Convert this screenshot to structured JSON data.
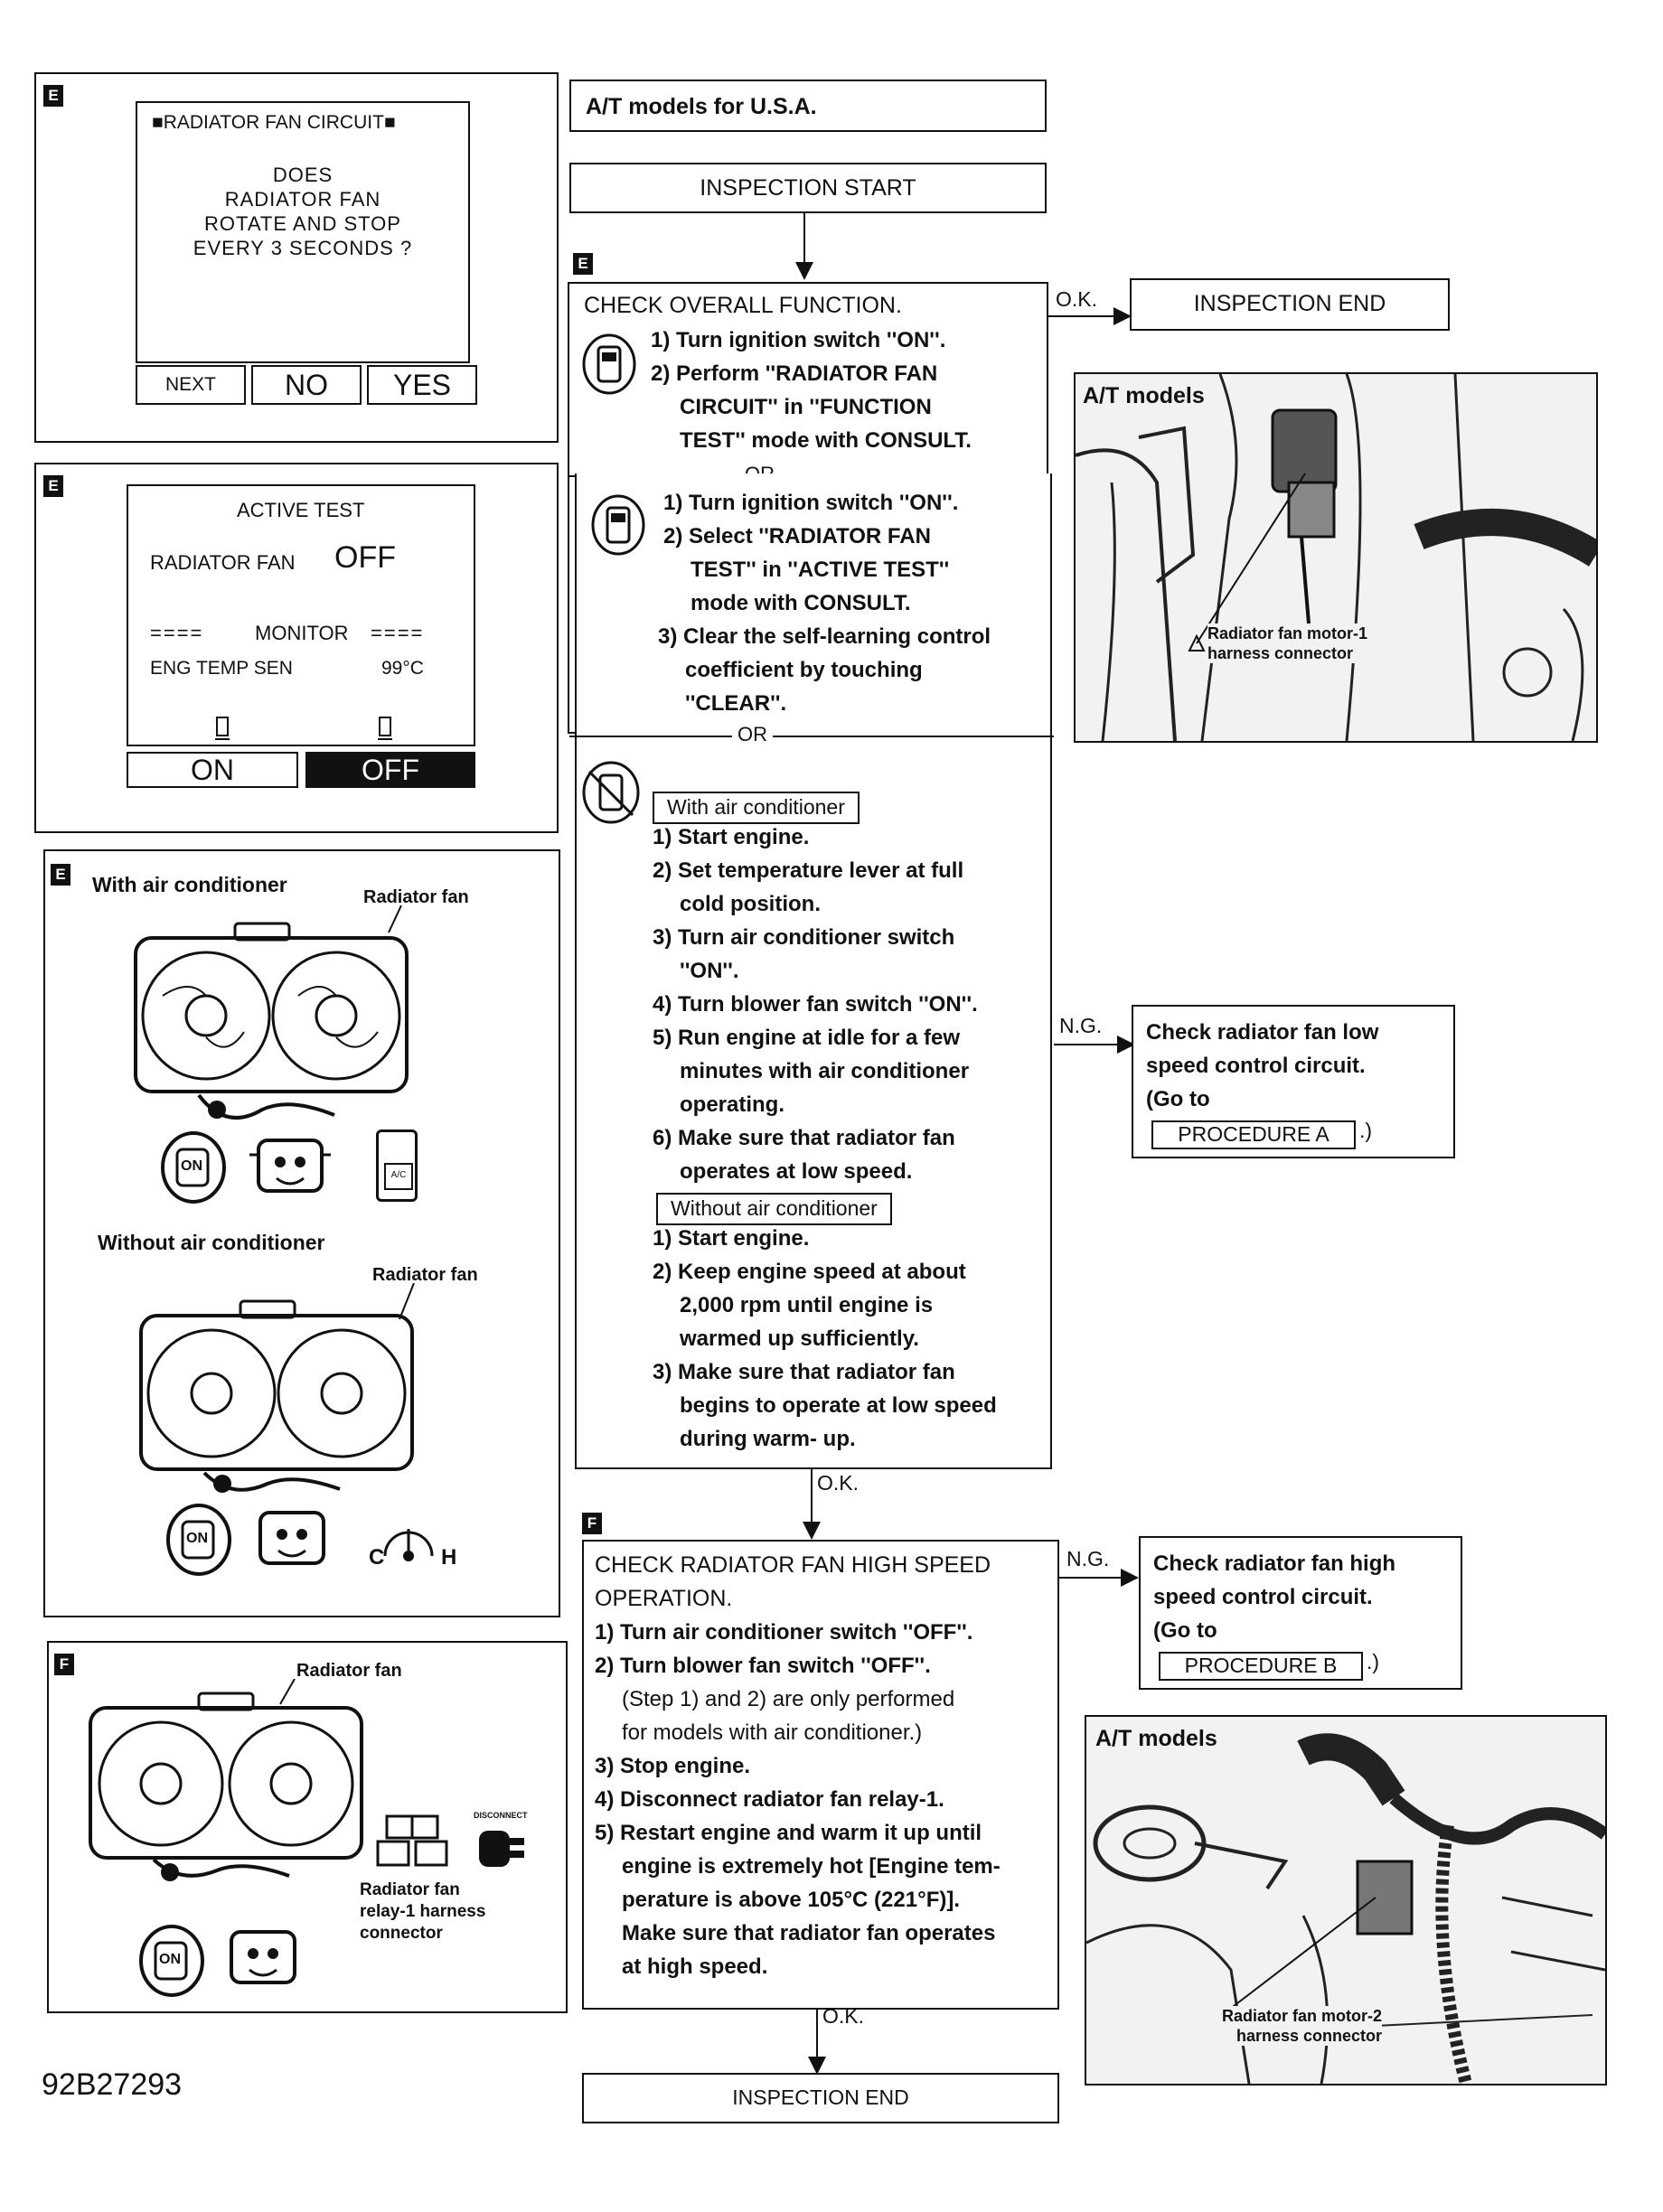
{
  "tags": {
    "e": "E",
    "f": "F"
  },
  "screen1": {
    "title": "RADIATOR FAN CIRCUIT",
    "lines": [
      "DOES",
      "RADIATOR FAN",
      "ROTATE AND STOP",
      "EVERY 3 SECONDS ?"
    ],
    "buttons": [
      "NEXT",
      "NO",
      "YES"
    ]
  },
  "screen2": {
    "title": "ACTIVE TEST",
    "fan_label": "RADIATOR FAN",
    "fan_value": "OFF",
    "monitor_left": "====",
    "monitor": "MONITOR",
    "monitor_right": "====",
    "sensor_label": "ENG TEMP SEN",
    "sensor_value": "99°C",
    "buttons": [
      "ON",
      "OFF"
    ]
  },
  "panel3": {
    "with_ac": "With air conditioner",
    "radiator_fan": "Radiator fan",
    "without_ac": "Without air conditioner",
    "ac_switch": "A/C",
    "gauge_c": "C",
    "gauge_h": "H",
    "key_on": "ON"
  },
  "panel4": {
    "radiator_fan": "Radiator fan",
    "relay_label": [
      "Radiator fan",
      "relay-1 harness",
      "connector"
    ],
    "disconnect": "DISCONNECT",
    "key_on": "ON"
  },
  "flow": {
    "at_models": "A/T models for U.S.A.",
    "inspection_start": "INSPECTION START",
    "inspection_end": "INSPECTION END",
    "ok": "O.K.",
    "ng": "N.G.",
    "or": "OR",
    "check1": {
      "title": "CHECK OVERALL FUNCTION.",
      "a": [
        "1) Turn ignition switch ''ON''.",
        "2) Perform ''RADIATOR FAN",
        "CIRCUIT'' in ''FUNCTION",
        "TEST'' mode with CONSULT."
      ],
      "b": [
        "1) Turn ignition switch ''ON''.",
        "2) Select ''RADIATOR FAN",
        "TEST'' in ''ACTIVE TEST''",
        "mode with CONSULT.",
        "3) Clear the self-learning control",
        "coefficient by touching",
        "''CLEAR''."
      ],
      "with_ac": "With air conditioner",
      "c": [
        "1) Start engine.",
        "2) Set temperature lever at full",
        "cold position.",
        "3) Turn air conditioner switch",
        "''ON''.",
        "4) Turn blower fan switch ''ON''.",
        "5) Run engine at idle for a few",
        "minutes with air conditioner",
        "operating.",
        "6) Make sure that radiator fan",
        "operates at low speed."
      ],
      "without_ac": "Without air conditioner",
      "d": [
        "1) Start engine.",
        "2) Keep engine speed at about",
        "2,000 rpm until engine is",
        "warmed up sufficiently.",
        "3) Make sure that radiator fan",
        "begins to operate at low speed",
        "during warm- up."
      ]
    },
    "ng1": {
      "lines": [
        "Check radiator fan low",
        "speed control circuit.",
        "(Go to"
      ],
      "procedure": "PROCEDURE A",
      "tail": ".)"
    },
    "check2": {
      "title": [
        "CHECK RADIATOR FAN HIGH SPEED",
        "OPERATION."
      ],
      "lines": [
        "1) Turn air conditioner switch ''OFF''.",
        "2) Turn blower fan switch ''OFF''.",
        "(Step 1) and 2) are only performed",
        "for models with air conditioner.)",
        "3) Stop engine.",
        "4) Disconnect radiator fan relay-1.",
        "5) Restart engine and warm it up until",
        "engine is extremely hot [Engine tem-",
        "perature is above 105°C (221°F)].",
        "Make sure that radiator fan operates",
        "at high speed."
      ]
    },
    "ng2": {
      "lines": [
        "Check radiator fan high",
        "speed control circuit.",
        "(Go to"
      ],
      "procedure": "PROCEDURE B",
      "tail": ".)"
    }
  },
  "photo1": {
    "title": "A/T models",
    "label": [
      "Radiator fan motor-1",
      "harness connector"
    ]
  },
  "photo2": {
    "title": "A/T models",
    "label": [
      "Radiator fan motor-2",
      "harness connector"
    ]
  },
  "figure_id": "92B27293"
}
